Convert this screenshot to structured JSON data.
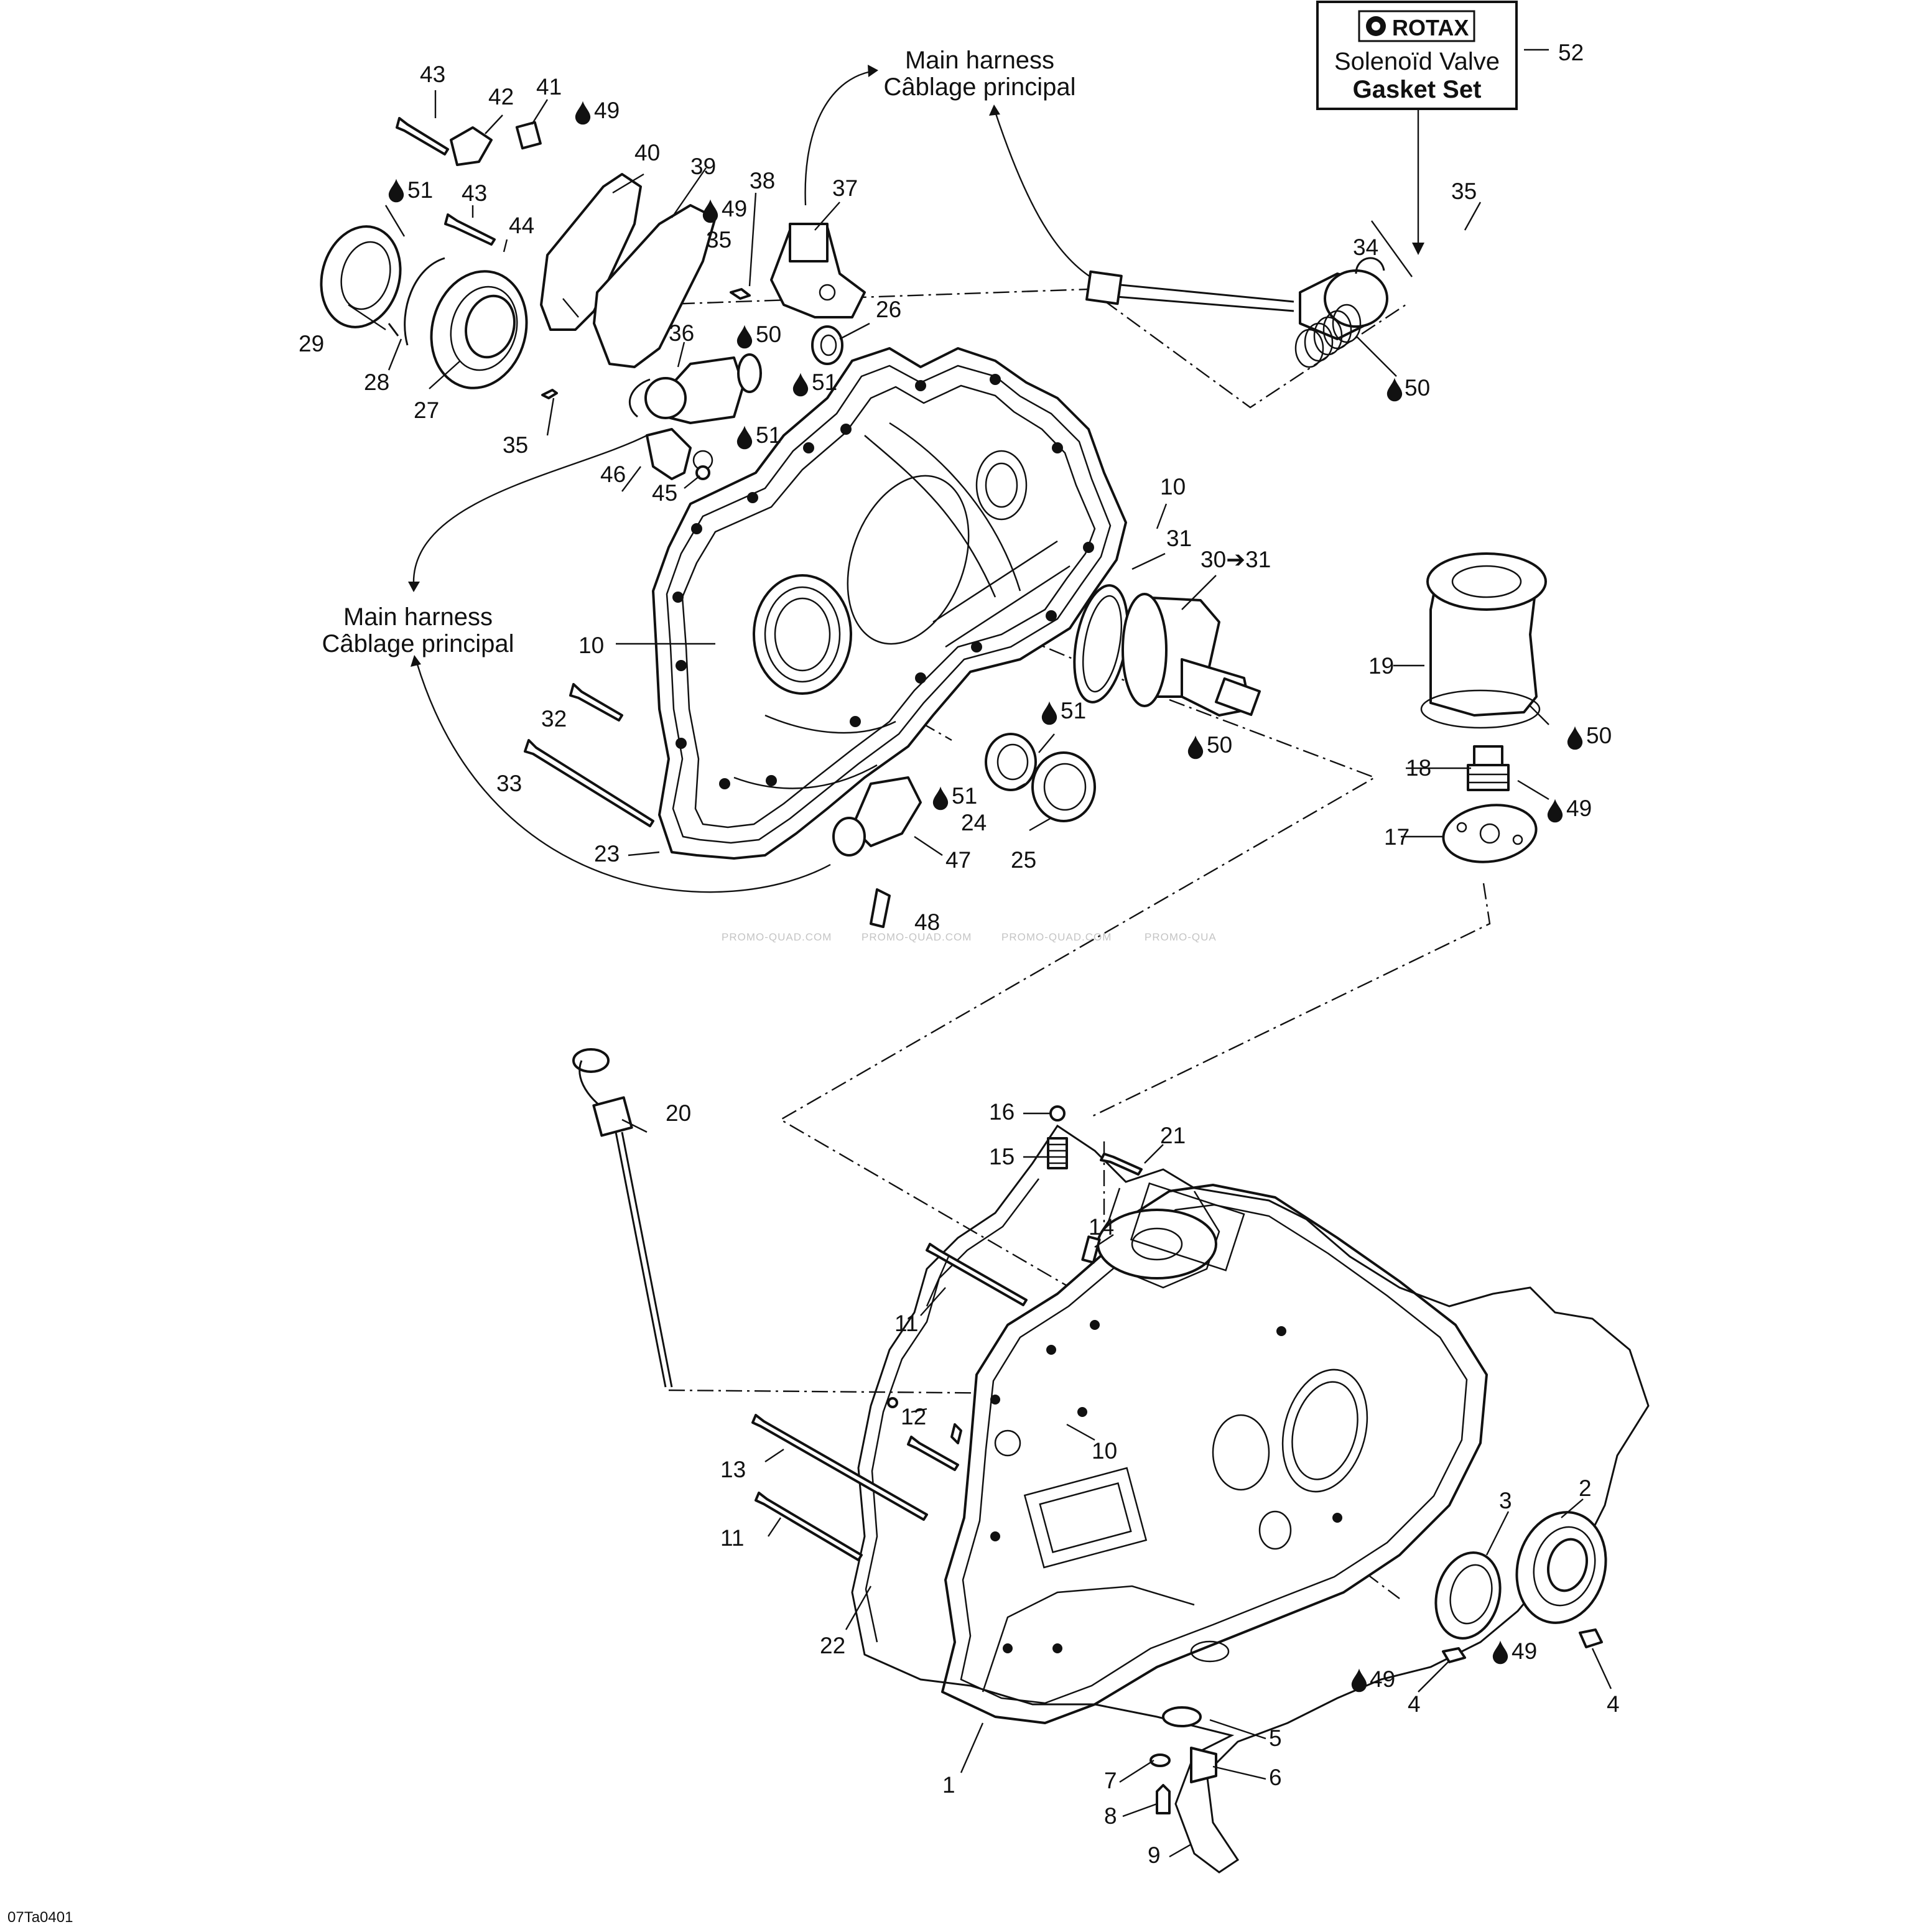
{
  "diagram": {
    "code": "07Ta0401",
    "watermark": [
      "PROMO-QUAD.COM",
      "PROMO-QUAD.COM",
      "PROMO-QUAD.COM",
      "PROMO-QUA"
    ],
    "kit_box": {
      "brand": "ROTAX",
      "line1": "Solenoïd Valve",
      "line2": "Gasket Set",
      "number": "52"
    },
    "harness_top": {
      "line1": "Main harness",
      "line2": "Câblage principal"
    },
    "harness_left": {
      "line1": "Main harness",
      "line2": "Câblage principal"
    },
    "labels": {
      "p1": "1",
      "p2": "2",
      "p3": "3",
      "p4a": "4",
      "p4b": "4",
      "p5": "5",
      "p6": "6",
      "p7": "7",
      "p8": "8",
      "p9": "9",
      "p10a": "10",
      "p10b": "10",
      "p10c": "10",
      "p11a": "11",
      "p11b": "11",
      "p12": "12",
      "p13": "13",
      "p14": "14",
      "p15": "15",
      "p16": "16",
      "p17": "17",
      "p18": "18",
      "p19": "19",
      "p20": "20",
      "p21": "21",
      "p22": "22",
      "p23": "23",
      "p24": "24",
      "p25": "25",
      "p26": "26",
      "p27": "27",
      "p28": "28",
      "p29": "29",
      "p30": "30➔31",
      "p31": "31",
      "p32": "32",
      "p33": "33",
      "p34": "34",
      "p35a": "35",
      "p35b": "35",
      "p35c": "35",
      "p36": "36",
      "p37": "37",
      "p38": "38",
      "p39": "39",
      "p40": "40",
      "p41": "41",
      "p42": "42",
      "p43a": "43",
      "p43b": "43",
      "p44": "44",
      "p45": "45",
      "p46": "46",
      "p47": "47",
      "p48": "48",
      "l49a": "49",
      "l49b": "49",
      "l49c": "49",
      "l49d": "49",
      "l49e": "49",
      "l50a": "50",
      "l50b": "50",
      "l50c": "50",
      "l50d": "50",
      "l51a": "51",
      "l51b": "51",
      "l51c": "51",
      "l51d": "51",
      "l51e": "51"
    }
  }
}
